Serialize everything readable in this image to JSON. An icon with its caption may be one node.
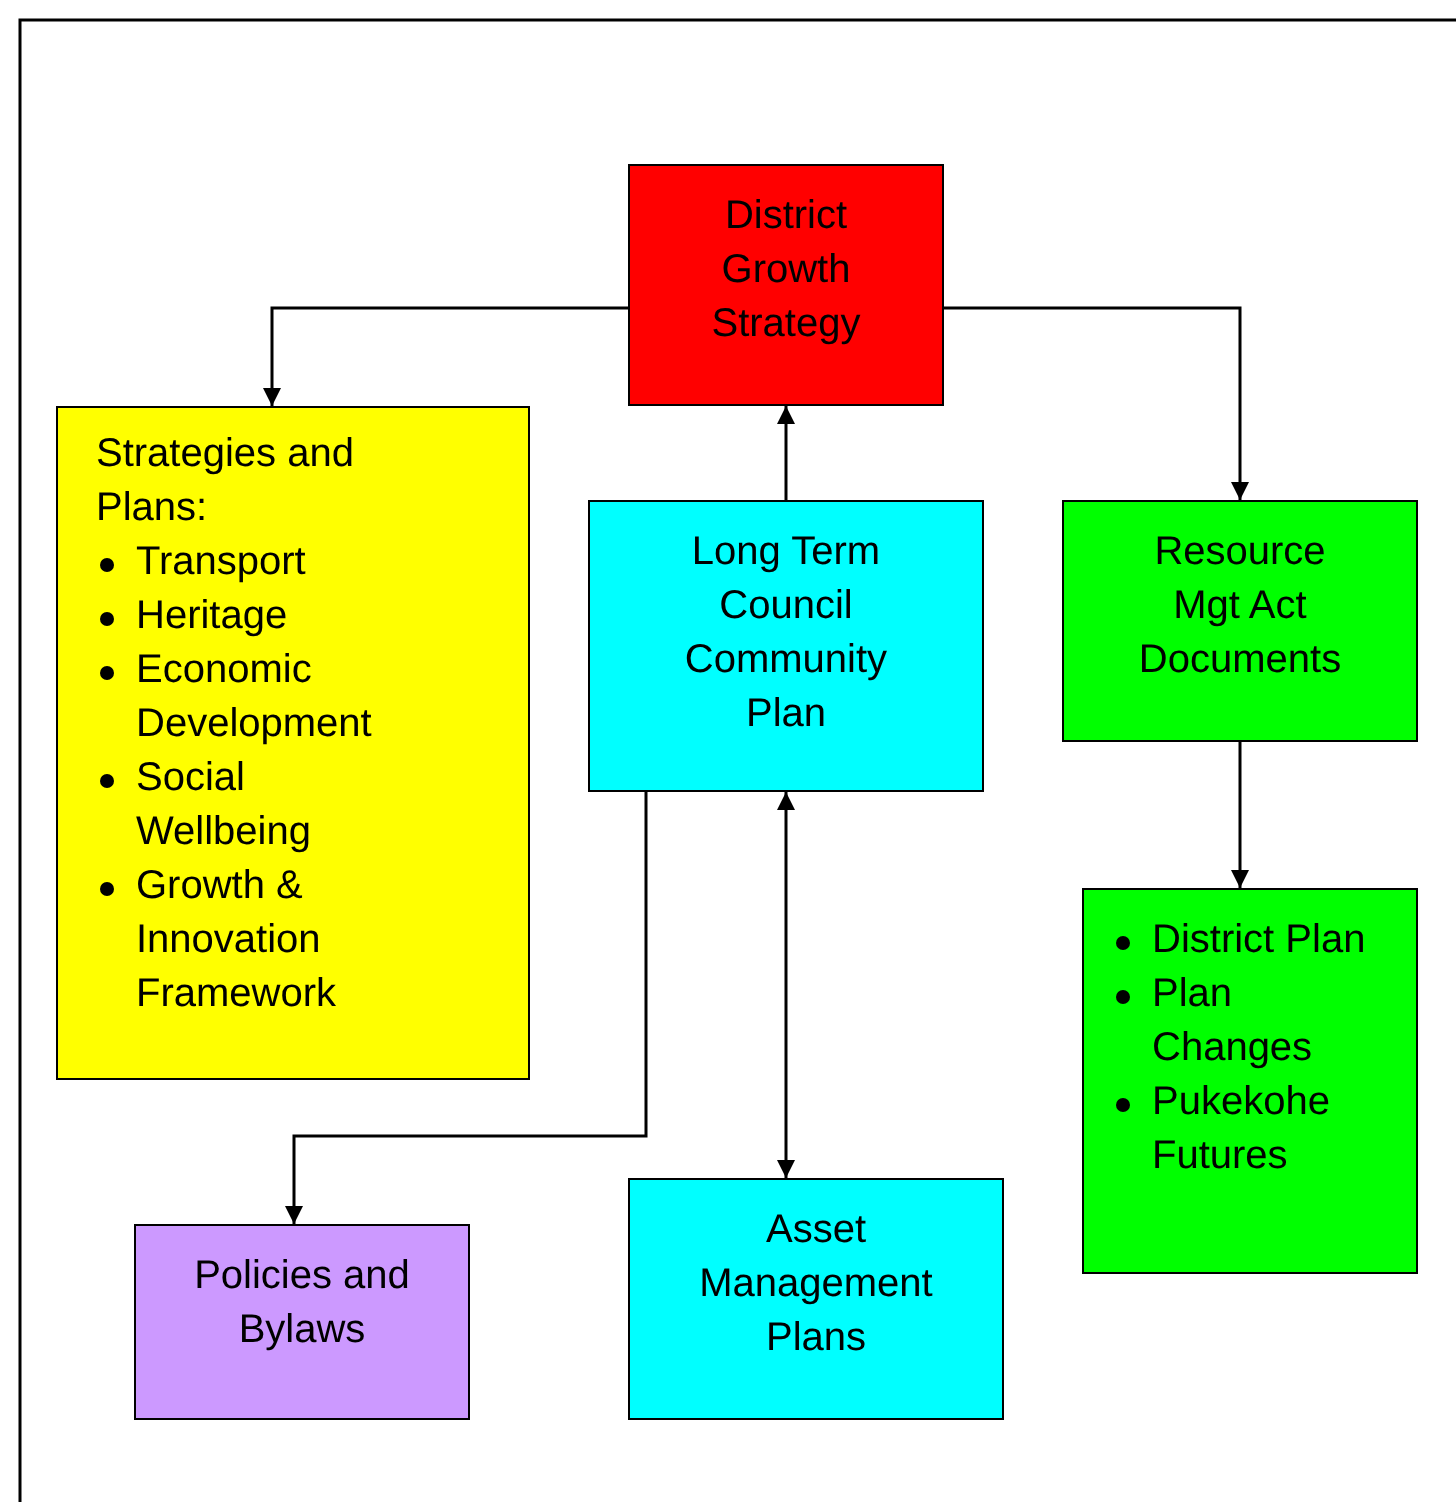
{
  "diagram": {
    "nodes": [
      {
        "text": [
          "District Growth Strategy"
        ]
      },
      {
        "text": [
          "Strategies and Plans:",
          "Transport",
          "Heritage",
          "Economic Development",
          "Social Wellbeing",
          "Growth & Innovation Framework"
        ]
      },
      {
        "text": [
          "Long Term Council Community Plan"
        ]
      },
      {
        "text": [
          "Resource Mgt Act Documents"
        ]
      },
      {
        "text": [
          "District Plan",
          "Plan Changes",
          "Pukekohe Futures"
        ]
      },
      {
        "text": [
          "Policies and Bylaws"
        ]
      },
      {
        "text": [
          "Asset Management Plans"
        ]
      }
    ],
    "edges": [
      {
        "from": 0,
        "to": 1,
        "arrow": "to"
      },
      {
        "from": 0,
        "to": 3,
        "arrow": "to"
      },
      {
        "from": 2,
        "to": 0,
        "arrow": "to"
      },
      {
        "from": 3,
        "to": 4,
        "arrow": "to"
      },
      {
        "from": 2,
        "to": 5,
        "arrow": "to"
      },
      {
        "from": 2,
        "to": 6,
        "arrow": "both"
      }
    ]
  }
}
